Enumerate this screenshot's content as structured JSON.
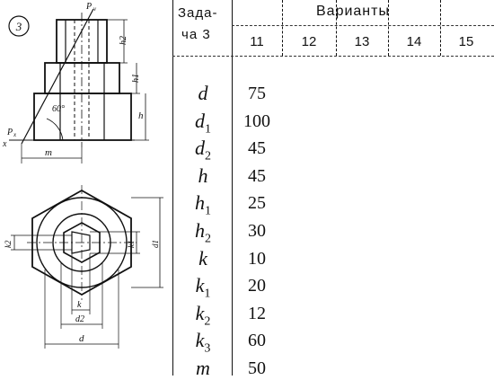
{
  "task": {
    "number": "3",
    "header_line1": "Зада-",
    "header_line2": "ча 3",
    "variants_title": "Варианты"
  },
  "variants": [
    "11",
    "12",
    "13",
    "14",
    "15"
  ],
  "parameters": [
    {
      "symbol": "d",
      "sub": "",
      "value": "75"
    },
    {
      "symbol": "d",
      "sub": "1",
      "value": "100"
    },
    {
      "symbol": "d",
      "sub": "2",
      "value": "45"
    },
    {
      "symbol": "h",
      "sub": "",
      "value": "45"
    },
    {
      "symbol": "h",
      "sub": "1",
      "value": "25"
    },
    {
      "symbol": "h",
      "sub": "2",
      "value": "30"
    },
    {
      "symbol": "k",
      "sub": "",
      "value": "10"
    },
    {
      "symbol": "k",
      "sub": "1",
      "value": "20"
    },
    {
      "symbol": "k",
      "sub": "2",
      "value": "12"
    },
    {
      "symbol": "k",
      "sub": "3",
      "value": "60"
    },
    {
      "symbol": "m",
      "sub": "",
      "value": "50"
    }
  ],
  "drawing_labels": {
    "plane_top": "P",
    "plane_top_sub": "v",
    "plane_bottom": "P",
    "plane_bottom_sub": "x",
    "axis_x": "x",
    "angle": "60°",
    "dim_h2": "h2",
    "dim_h1": "h1",
    "dim_h": "h",
    "dim_m": "m",
    "dim_k2": "k2",
    "dim_k1": "k1",
    "dim_d1": "d1",
    "dim_k": "k",
    "dim_d2": "d2",
    "dim_d": "d"
  }
}
